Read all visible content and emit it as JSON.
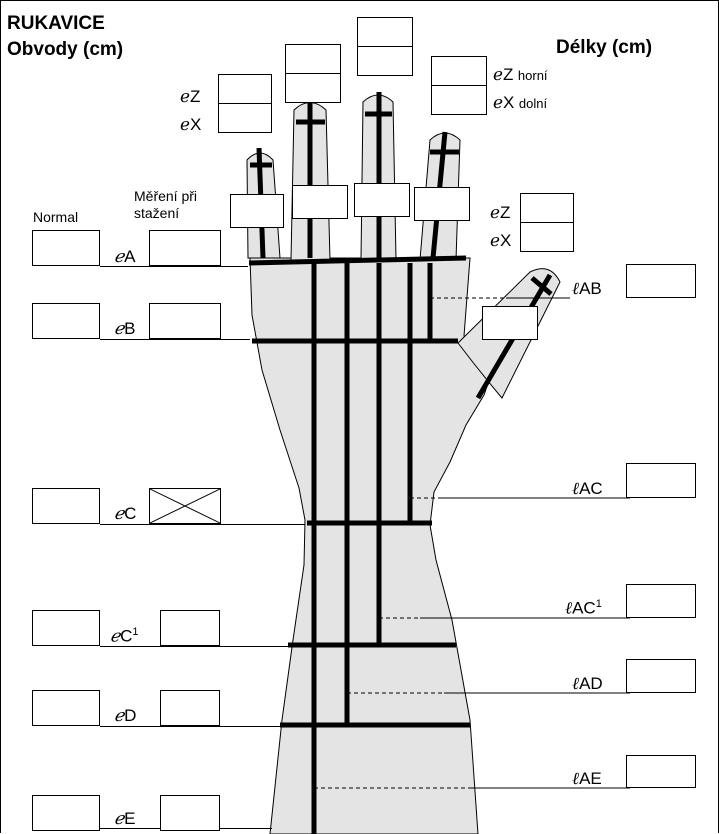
{
  "title": {
    "line1": "RUKAVICE",
    "line2": "Obvody (cm)"
  },
  "lengths_title": "Délky (cm)",
  "col_labels": {
    "normal": "Normal",
    "compressed_1": "Měření při",
    "compressed_2": "stažení"
  },
  "fingers": {
    "z_prefix": "ℯZ",
    "x_prefix": "ℯX",
    "upper": "horní",
    "lower": "dolní"
  },
  "circumferences": [
    {
      "sym": "ℯ",
      "letter": "A",
      "sup": ""
    },
    {
      "sym": "ℯ",
      "letter": "B",
      "sup": ""
    },
    {
      "sym": "ℯ",
      "letter": "C",
      "sup": ""
    },
    {
      "sym": "ℯ",
      "letter": "C",
      "sup": "1"
    },
    {
      "sym": "ℯ",
      "letter": "D",
      "sup": ""
    },
    {
      "sym": "ℯ",
      "letter": "E",
      "sup": ""
    }
  ],
  "lengths": [
    {
      "sym": "ℓ",
      "label": "AB",
      "sup": ""
    },
    {
      "sym": "ℓ",
      "label": "AC",
      "sup": ""
    },
    {
      "sym": "ℓ",
      "label": "AC",
      "sup": "1"
    },
    {
      "sym": "ℓ",
      "label": "AD",
      "sup": ""
    },
    {
      "sym": "ℓ",
      "label": "AE",
      "sup": ""
    }
  ],
  "colors": {
    "hand_fill": "#e4e4e4",
    "line": "#000000"
  }
}
